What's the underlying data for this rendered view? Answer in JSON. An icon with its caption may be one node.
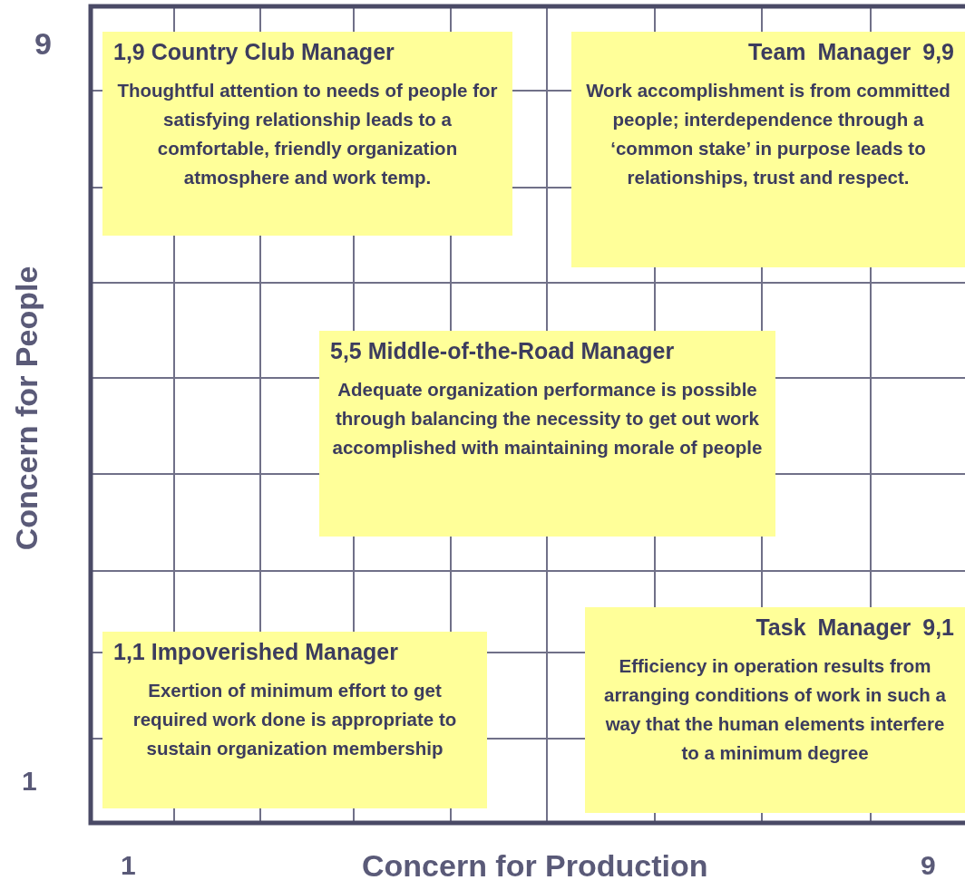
{
  "diagram": {
    "nodes": [
      {
        "text": [
          "1,9 Country Club Manager",
          "Thoughtful attention to needs of people for satisfying relationship leads to a comfortable, friendly organization atmosphere and work temp."
        ]
      },
      {
        "text": [
          "Team Manager 9,9",
          "Work accomplishment is from committed people; interdependence through a ‘common stake’ in purpose leads to relationships, trust and respect."
        ]
      },
      {
        "text": [
          "5,5 Middle-of-the-Road Manager",
          "Adequate organization performance is possible through balancing the necessity to get out work accomplished with maintaining morale of people"
        ]
      },
      {
        "text": [
          "1,1 Impoverished Manager",
          "Exertion of minimum effort to get required work done is appropriate to sustain organization membership"
        ]
      },
      {
        "text": [
          "Task Manager 9,1",
          "Efficiency in operation results from arranging conditions of work in such a way that the human elements interfere to a minimum degree"
        ]
      }
    ],
    "labels": [
      "9",
      "Concern for People",
      "1",
      "1",
      "Concern for Production",
      "9"
    ]
  }
}
